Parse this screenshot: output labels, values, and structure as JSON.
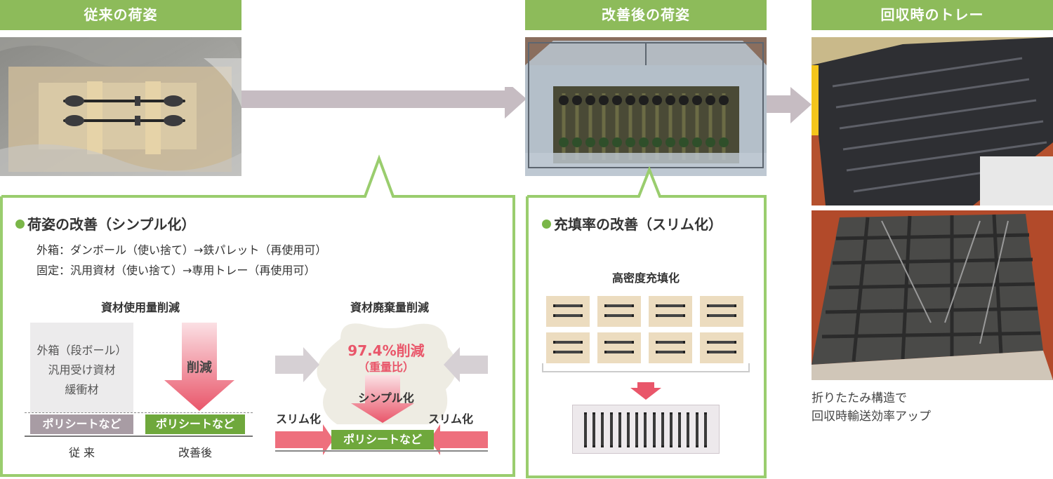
{
  "headers": {
    "before": "従来の荷姿",
    "after": "改善後の荷姿",
    "return": "回収時のトレー"
  },
  "photos": {
    "before": "conventional-packaging-photo",
    "after": "improved-packaging-photo",
    "return_top": "tray-stack-photo",
    "return_bottom": "folded-pallet-photo"
  },
  "panel_simple": {
    "title": "荷姿の改善（シンプル化）",
    "lines": [
      "外箱：ダンボール（使い捨て）→鉄パレット（再使用可）",
      "固定：汎用資材（使い捨て）→専用トレー（再使用可）"
    ],
    "usage": {
      "title": "資材使用量削減",
      "before_box_lines": [
        "外箱（段ボール）",
        "汎用受け資材",
        "緩衝材"
      ],
      "before_bar": "ポリシートなど",
      "after_bar": "ポリシートなど",
      "reduce_label": "削減",
      "before_label": "従 来",
      "after_label": "改善後"
    },
    "waste": {
      "title": "資材廃棄量削減",
      "percent": "97.4%削減",
      "basis": "（重量比）",
      "simple_label": "シンプル化",
      "slim_left": "スリム化",
      "slim_right": "スリム化",
      "bar": "ポリシートなど"
    }
  },
  "panel_slim": {
    "title": "充填率の改善（スリム化）",
    "subtitle": "高密度充填化",
    "tray_grid": {
      "rows": 2,
      "cols": 4
    },
    "dense_shafts": 15
  },
  "return_caption": [
    "折りたたみ構造で",
    "回収時輸送効率アップ"
  ],
  "colors": {
    "green_header": "#8dbb5a",
    "green_border": "#9acd6e",
    "green_bar": "#6fa83c",
    "arrow_gray": "#c6bcc2",
    "red_accent": "#e9566a",
    "tray_tan": "#ecdcbf"
  }
}
